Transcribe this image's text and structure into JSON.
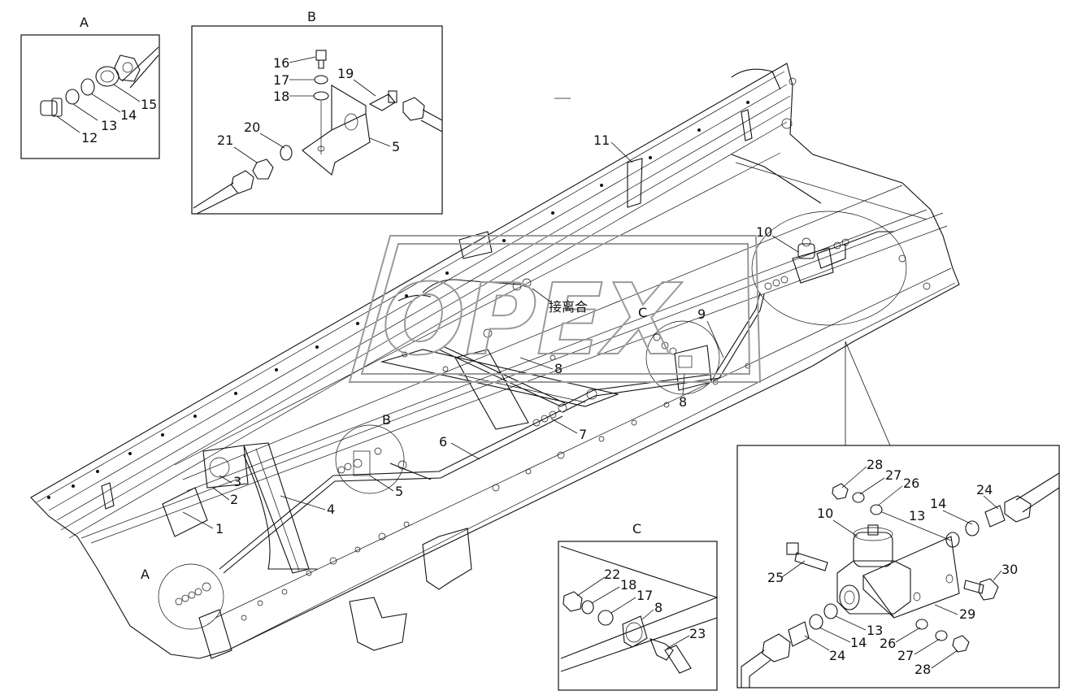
{
  "diagram": {
    "watermark_text": "OPEX",
    "chinese_label": "接离合",
    "detail_views": {
      "A": {
        "title": "A",
        "callouts": [
          "12",
          "13",
          "14",
          "15"
        ]
      },
      "B": {
        "title": "B",
        "callouts": [
          "16",
          "17",
          "18",
          "19",
          "20",
          "21",
          "5"
        ]
      },
      "C": {
        "title": "C",
        "callouts": [
          "22",
          "18",
          "17",
          "8",
          "23"
        ]
      },
      "D": {
        "callouts": [
          "28",
          "27",
          "26",
          "24",
          "10",
          "13",
          "14",
          "25",
          "30",
          "29",
          "13",
          "14",
          "26",
          "27",
          "28",
          "24"
        ]
      }
    },
    "main_callouts": [
      "1",
      "2",
      "3",
      "4",
      "5",
      "6",
      "7",
      "8",
      "8",
      "9",
      "10",
      "11"
    ],
    "main_markers": [
      "A",
      "B",
      "C"
    ]
  }
}
